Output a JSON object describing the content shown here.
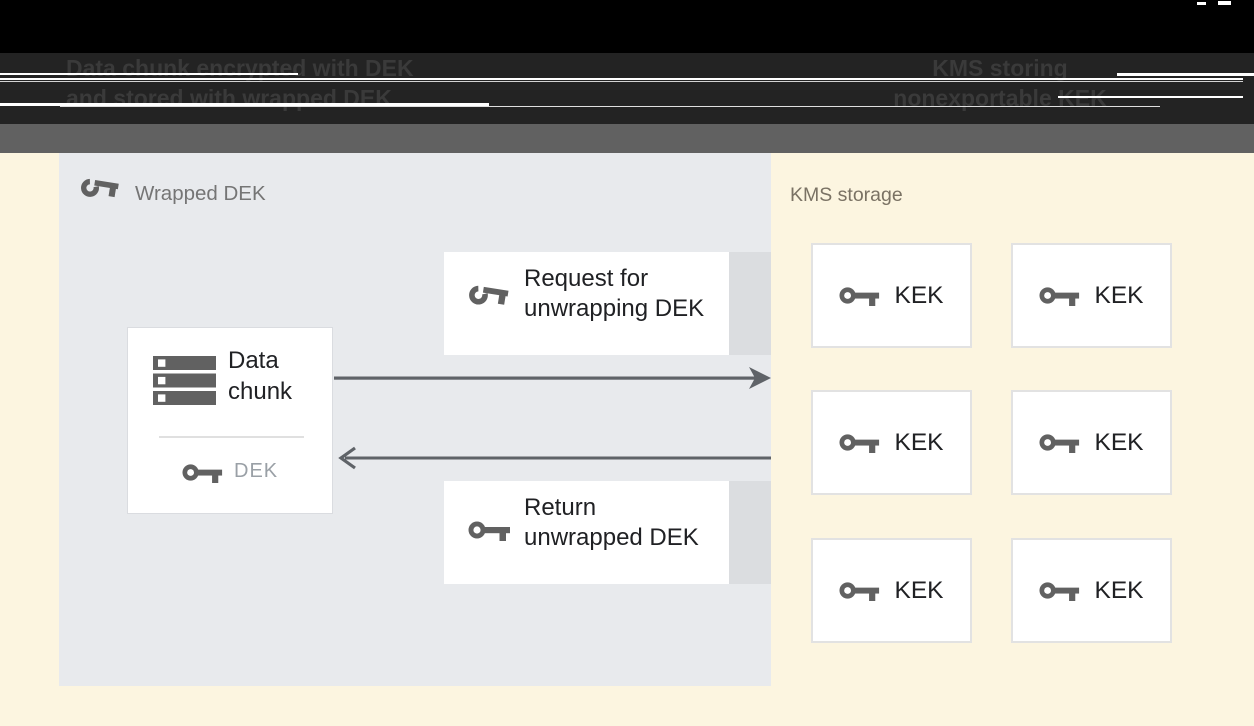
{
  "colors": {
    "header-black": "#000000",
    "header-dark": "#232323",
    "header-caption-text": "#3a3a3a",
    "band-gray": "#616161",
    "bg-yellow": "#fcf5e0",
    "panel-gray": "#e8eaed",
    "strip-gray": "#dbdde0",
    "arrow-gray": "#5f6368",
    "icon-gray": "#616161",
    "text-dark": "#202124",
    "text-muted": "#757575",
    "text-light": "#9aa0a6",
    "kms-label": "#7a7264",
    "box-border": "#dadce0",
    "artifact-white": "#ffffff"
  },
  "header": {
    "left_caption": {
      "line1": "Data chunk encrypted with DEK",
      "line2": "and stored with wrapped DEK"
    },
    "right_caption": {
      "line1": "KMS storing",
      "line2": "nonexportable KEK"
    }
  },
  "diagram": {
    "wrapped_dek_panel": {
      "label": "Wrapped DEK"
    },
    "data_chunk_box": {
      "line1": "Data",
      "line2": "chunk",
      "key_label": "DEK"
    },
    "request_box": {
      "line1": "Request for",
      "line2": "unwrapping DEK"
    },
    "return_box": {
      "line1": "Return",
      "line2": "unwrapped DEK"
    },
    "kms_panel": {
      "label": "KMS storage",
      "kek_boxes": [
        {
          "label": "KEK"
        },
        {
          "label": "KEK"
        },
        {
          "label": "KEK"
        },
        {
          "label": "KEK"
        },
        {
          "label": "KEK"
        },
        {
          "label": "KEK"
        }
      ]
    }
  }
}
